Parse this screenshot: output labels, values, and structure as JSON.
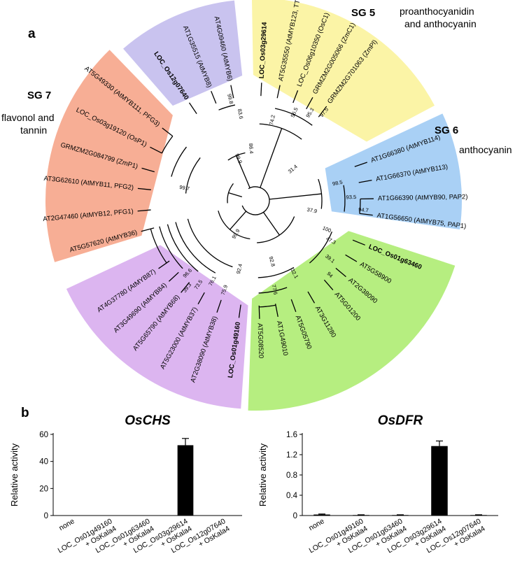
{
  "panel_labels": {
    "a": "a",
    "b": "b"
  },
  "subgroups": [
    {
      "id": "sg5",
      "label": "SG 5",
      "description_line1": "proanthocyanidin",
      "description_line2": "and anthocyanin",
      "color": "#fbf4a6"
    },
    {
      "id": "sg6",
      "label": "SG 6",
      "description_line1": "anthocyanin",
      "description_line2": "",
      "color": "#a9d0f5"
    },
    {
      "id": "sg7",
      "label": "SG 7",
      "description_line1": "flavonol  and",
      "description_line2": "tannin",
      "color": "#f7ae95"
    },
    {
      "id": "lilac",
      "label": "",
      "description_line1": "",
      "description_line2": "",
      "color": "#c9c3ef"
    },
    {
      "id": "violet",
      "label": "",
      "description_line1": "",
      "description_line2": "",
      "color": "#dcb5f0"
    },
    {
      "id": "green",
      "label": "",
      "description_line1": "",
      "description_line2": "",
      "color": "#b6ee80"
    }
  ],
  "tree_leaves": [
    {
      "label": "LOC_Os03g29614",
      "bold": true
    },
    {
      "label": "AT5G35550 (AtMYB123, TT2)",
      "bold": false
    },
    {
      "label": "LOC_Os06g10350 (OsC1)",
      "bold": false
    },
    {
      "label": "GRMZM2G005066 (ZmC1)",
      "bold": false
    },
    {
      "label": "GRMZM2G701063 (ZmPl)",
      "bold": false
    },
    {
      "label": "AT1G66380 (AtMYB114)",
      "bold": false
    },
    {
      "label": "AT1G66370 (AtMYB113)",
      "bold": false
    },
    {
      "label": "AT1G66390 (AtMYB90, PAP2)",
      "bold": false
    },
    {
      "label": "AT1G56650 (AtMYB75, PAP1)",
      "bold": false
    },
    {
      "label": "LOC_Os01g63460",
      "bold": true
    },
    {
      "label": "AT5G58900",
      "bold": false
    },
    {
      "label": "AT2G38090",
      "bold": false
    },
    {
      "label": "AT5G01200",
      "bold": false
    },
    {
      "label": "AT3G11280",
      "bold": false
    },
    {
      "label": "AT5G05790",
      "bold": false
    },
    {
      "label": "AT1G49010",
      "bold": false
    },
    {
      "label": "AT5G08520",
      "bold": false
    },
    {
      "label": "LOC_Os01g49160",
      "bold": true
    },
    {
      "label": "AT2G38090 (AtMYB38)",
      "bold": false
    },
    {
      "label": "AT5G23000 (AtMYB37)",
      "bold": false
    },
    {
      "label": "AT5G65790 (AtMYB68)",
      "bold": false
    },
    {
      "label": "AT3G49690 (AtMYB84)",
      "bold": false
    },
    {
      "label": "AT4G37780 (AtMYB87)",
      "bold": false
    },
    {
      "label": "AT5G57620 (AtMYB36)",
      "bold": false
    },
    {
      "label": "AT2G47460 (AtMYB12, PFG1)",
      "bold": false
    },
    {
      "label": "AT3G62610 (AtMYB11, PFG2)",
      "bold": false
    },
    {
      "label": "GRMZM2G084799 (ZmP1)",
      "bold": false
    },
    {
      "label": "LOC_Os03g19120 (OsP1)",
      "bold": false
    },
    {
      "label": "AT5G49330 (AtMYB111, PFG3)",
      "bold": false
    },
    {
      "label": "LOC_Os12g07640",
      "bold": true
    },
    {
      "label": "AT1G35515 (AtMYB8)",
      "bold": false
    },
    {
      "label": "AT4G09460 (AtMYB6)",
      "bold": false
    }
  ],
  "bootstrap_values": [
    "99.8",
    "83.6",
    "74.2",
    "56.5",
    "95.3",
    "97.5",
    "99.7",
    "86.4",
    "99.9",
    "31.4",
    "98.5",
    "93.5",
    "94.7",
    "37.9",
    "100",
    "47.3",
    "39.1",
    "94",
    "32.1",
    "77.6",
    "92.8",
    "39.3",
    "73.5",
    "76.1",
    "96.6",
    "75.9",
    "92.4",
    "99.9"
  ],
  "chart_data": [
    {
      "type": "bar",
      "title": "OsCHS",
      "ylabel": "Relative activity",
      "categories": [
        "none",
        "LOC_Os01g49160 + OsKala4",
        "LOC_Os01g63460 + OsKala4",
        "LOC_Os03g29614 + OsKala4",
        "LOC_Os12g07640 + OsKala4"
      ],
      "category_lines": [
        [
          "none"
        ],
        [
          "LOC_Os01g49160",
          "+ OsKala4"
        ],
        [
          "LOC_Os01g63460",
          "+ OsKala4"
        ],
        [
          "LOC_Os03g29614",
          "+ OsKala4"
        ],
        [
          "LOC_Os12g07640",
          "+ OsKala4"
        ]
      ],
      "values": [
        0,
        0,
        0,
        52,
        0
      ],
      "errors": [
        0,
        0,
        0,
        5,
        0
      ],
      "ylim": [
        0,
        60
      ],
      "yticks": [
        "0",
        "20",
        "40",
        "60"
      ],
      "bar_color": "#000000",
      "grid": false
    },
    {
      "type": "bar",
      "title": "OsDFR",
      "ylabel": "Relative activity",
      "categories": [
        "none",
        "LOC_Os01g49160 + OsKala4",
        "LOC_Os01g63460 + OsKala4",
        "LOC_Os03g29614 + OsKala4",
        "LOC_Os12g07640 + OsKala4"
      ],
      "category_lines": [
        [
          "none"
        ],
        [
          "LOC_Os01g49160",
          "+ OsKala4"
        ],
        [
          "LOC_Os01g63460",
          "+ OsKala4"
        ],
        [
          "LOC_Os03g29614",
          "+ OsKala4"
        ],
        [
          "LOC_Os12g07640",
          "+ OsKala4"
        ]
      ],
      "values": [
        0.02,
        0.01,
        0.01,
        1.37,
        0.01
      ],
      "errors": [
        0.01,
        0.005,
        0.005,
        0.1,
        0.005
      ],
      "ylim": [
        0,
        1.6
      ],
      "yticks": [
        "0",
        "0.4",
        "0.8",
        "1.2",
        "1.6"
      ],
      "bar_color": "#000000",
      "grid": false
    }
  ]
}
